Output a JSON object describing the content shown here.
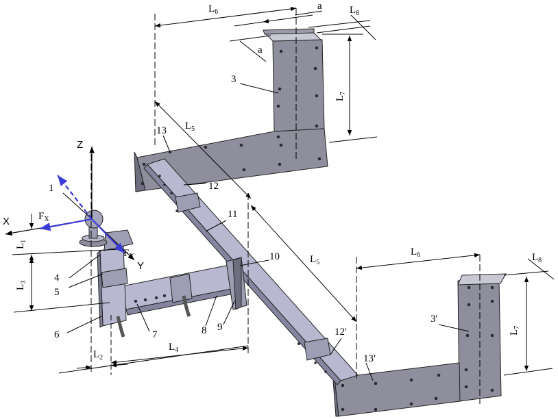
{
  "parts": {
    "p1": "1",
    "p3": "3",
    "p3p": "3'",
    "p4": "4",
    "p5": "5",
    "p6": "6",
    "p7": "7",
    "p8": "8",
    "p9": "9",
    "p10": "10",
    "p11": "11",
    "p12": "12",
    "p12p": "12'",
    "p13": "13",
    "p13p": "13'"
  },
  "axes": {
    "x": "X",
    "y": "Y",
    "z": "Z"
  },
  "forces": {
    "fx_main": "F",
    "fx_sub": "X",
    "fy_main": "F",
    "fy_sub": "Y"
  },
  "dims": {
    "L1": {
      "main": "L",
      "sub": "1"
    },
    "L2": {
      "main": "L",
      "sub": "2"
    },
    "L3": {
      "main": "L",
      "sub": "3"
    },
    "L4": {
      "main": "L",
      "sub": "4"
    },
    "L5a": {
      "main": "L",
      "sub": "5"
    },
    "L5b": {
      "main": "L",
      "sub": "5"
    },
    "L6a": {
      "main": "L",
      "sub": "6"
    },
    "L6b": {
      "main": "L",
      "sub": "6"
    },
    "L7a": {
      "main": "L",
      "sub": "7"
    },
    "L7b": {
      "main": "L",
      "sub": "7"
    },
    "L8a": {
      "main": "L",
      "sub": "8"
    },
    "L8b": {
      "main": "L",
      "sub": "8"
    },
    "a1": "a",
    "a2": "a"
  },
  "colors": {
    "steel": "#8f8f9e",
    "steel_light": "#b9b9cc",
    "steel_dark": "#5e5e6e",
    "force": "#3a3ad6"
  }
}
